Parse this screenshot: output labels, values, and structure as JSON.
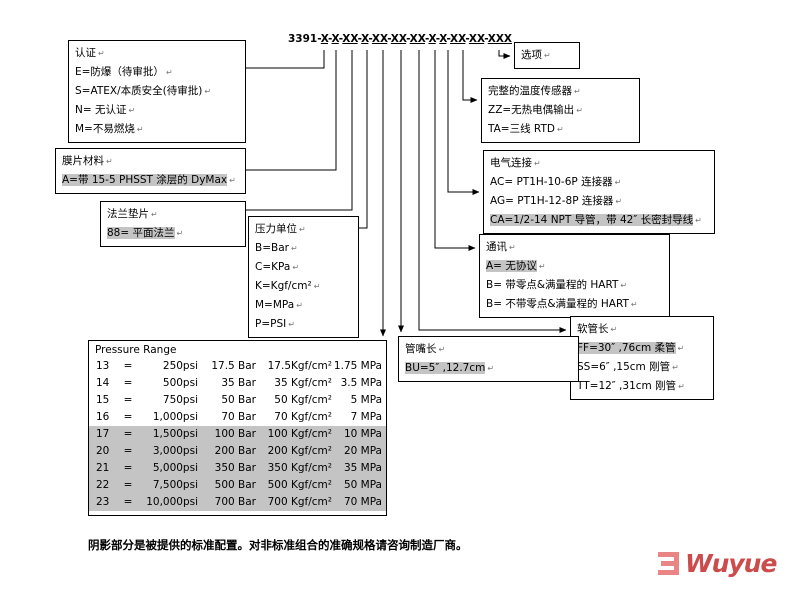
{
  "model": {
    "prefix": "3391",
    "separator": "-",
    "segments": [
      "X",
      "X",
      "XX",
      "X",
      "XX",
      "XX",
      "XX",
      "X",
      "X",
      "XX",
      "XX",
      "XXX"
    ]
  },
  "boxes": {
    "certification": {
      "title": "认证",
      "items": [
        {
          "text": "E=防爆（待审批）",
          "shaded": false
        },
        {
          "text": "S=ATEX/本质安全(待审批)",
          "shaded": false
        },
        {
          "text": "N= 无认证",
          "shaded": false
        },
        {
          "text": "M=不易燃烧",
          "shaded": false
        }
      ]
    },
    "diaphragm_material": {
      "title": "膜片材料",
      "items": [
        {
          "text": "A=带 15-5 PHSST 涂层的 DyMax",
          "shaded": true
        }
      ]
    },
    "flange_gasket": {
      "title": "法兰垫片",
      "items": [
        {
          "text": "88= 平面法兰",
          "shaded": true
        }
      ]
    },
    "pressure_unit": {
      "title": "压力单位",
      "items": [
        {
          "text": "B=Bar",
          "shaded": false
        },
        {
          "text": "C=KPa",
          "shaded": false
        },
        {
          "text": "K=Kgf/cm²",
          "shaded": false
        },
        {
          "text": "M=MPa",
          "shaded": false
        },
        {
          "text": "P=PSI",
          "shaded": false
        }
      ]
    },
    "options": {
      "title": "选项",
      "items": []
    },
    "temperature_sensor": {
      "title": "完整的温度传感器",
      "items": [
        {
          "text": "ZZ=无热电偶输出",
          "shaded": false
        },
        {
          "text": "TA=三线 RTD",
          "shaded": false
        }
      ]
    },
    "electrical_connection": {
      "title": "电气连接",
      "items": [
        {
          "text": "AC= PT1H-10-6P 连接器",
          "shaded": false
        },
        {
          "text": "AG= PT1H-12-8P 连接器",
          "shaded": false
        },
        {
          "text": "CA=1/2-14 NPT 导管，带 42″ 长密封导线",
          "shaded": true
        }
      ]
    },
    "communication": {
      "title": "通讯",
      "items": [
        {
          "text": "A= 无协议",
          "shaded": true
        },
        {
          "text": "B= 带零点&满量程的 HART",
          "shaded": false
        },
        {
          "text": "B= 不带零点&满量程的 HART",
          "shaded": false
        }
      ]
    },
    "hose_length": {
      "title": "软管长",
      "items": [
        {
          "text": "FF=30″ ,76cm 柔管",
          "shaded": true
        },
        {
          "text": "SS=6″ ,15cm 刚管",
          "shaded": false
        },
        {
          "text": "TT=12″ ,31cm 刚管",
          "shaded": false
        }
      ]
    },
    "nozzle_length": {
      "title": "管嘴长",
      "items": [
        {
          "text": "BU=5″ ,12.7cm",
          "shaded": true
        }
      ]
    }
  },
  "pressure_table": {
    "title": "Pressure Range",
    "eq": "=",
    "rows": [
      {
        "code": "13",
        "psi": "250psi",
        "bar": "17.5 Bar",
        "kgf": "17.5Kgf/cm²",
        "mpa": "1.75 MPa",
        "shaded": false
      },
      {
        "code": "14",
        "psi": "500psi",
        "bar": "35 Bar",
        "kgf": "35 Kgf/cm²",
        "mpa": "3.5 MPa",
        "shaded": false
      },
      {
        "code": "15",
        "psi": "750psi",
        "bar": "50 Bar",
        "kgf": "50 Kgf/cm²",
        "mpa": "5 MPa",
        "shaded": false
      },
      {
        "code": "16",
        "psi": "1,000psi",
        "bar": "70 Bar",
        "kgf": "70 Kgf/cm²",
        "mpa": "7 MPa",
        "shaded": false
      },
      {
        "code": "17",
        "psi": "1,500psi",
        "bar": "100 Bar",
        "kgf": "100 Kgf/cm²",
        "mpa": "10 MPa",
        "shaded": true
      },
      {
        "code": "20",
        "psi": "3,000psi",
        "bar": "200 Bar",
        "kgf": "200 Kgf/cm²",
        "mpa": "20 MPa",
        "shaded": true
      },
      {
        "code": "21",
        "psi": "5,000psi",
        "bar": "350 Bar",
        "kgf": "350 Kgf/cm²",
        "mpa": "35 MPa",
        "shaded": true
      },
      {
        "code": "22",
        "psi": "7,500psi",
        "bar": "500 Bar",
        "kgf": "500 Kgf/cm²",
        "mpa": "50 MPa",
        "shaded": true
      },
      {
        "code": "23",
        "psi": "10,000psi",
        "bar": "700 Bar",
        "kgf": "700 Kgf/cm²",
        "mpa": "70 MPa",
        "shaded": true
      }
    ]
  },
  "footer": {
    "note": "阴影部分是被提供的标准配置。对非标准组合的准确规格请咨询制造厂商。",
    "logo_text": "Wuyue"
  },
  "colors": {
    "shade": "#c4c4c4",
    "line": "#000000",
    "logo": "#e98585"
  }
}
